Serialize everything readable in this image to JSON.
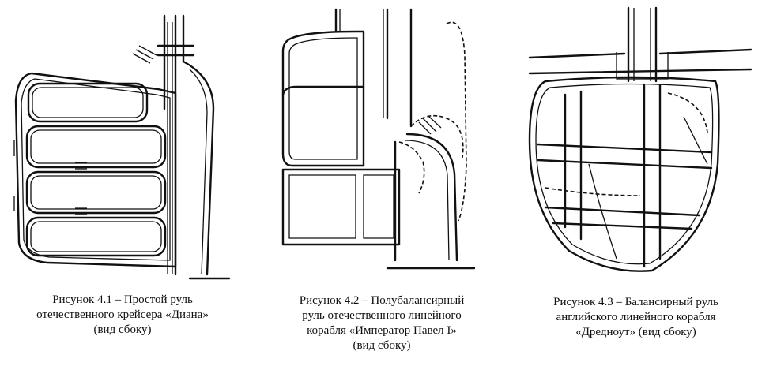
{
  "figures": [
    {
      "id": "fig-4-1",
      "caption": "Рисунок 4.1 – Простой руль\nотечественного крейсера «Диана»\n(вид сбоку)"
    },
    {
      "id": "fig-4-2",
      "caption": "Рисунок 4.2 – Полубалансирный\nруль отечественного линейного\nкорабля «Император Павел I»\n(вид сбоку)"
    },
    {
      "id": "fig-4-3",
      "caption": "Рисунок 4.3 – Балансирный руль\nанглийского линейного корабля\n«Дредноут» (вид сбоку)"
    }
  ]
}
